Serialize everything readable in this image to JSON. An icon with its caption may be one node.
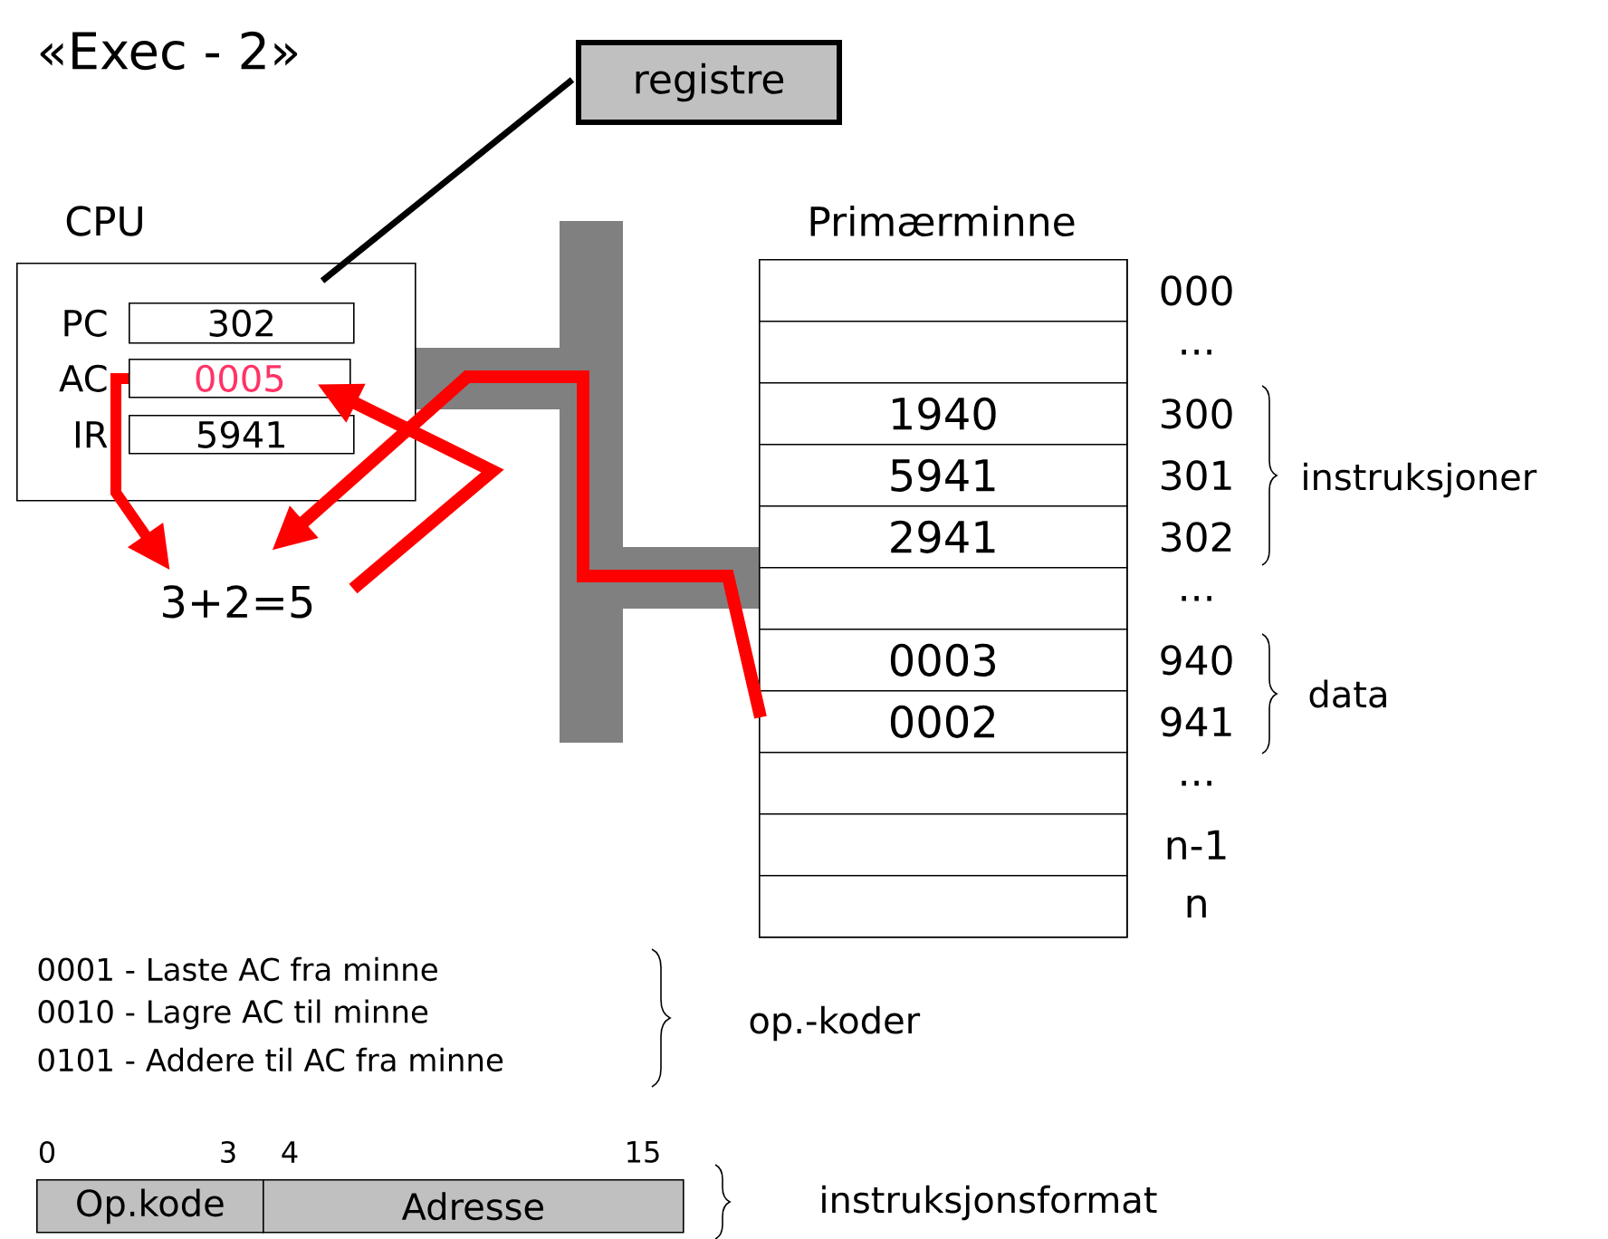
{
  "diagram": {
    "title": "«Exec - 2»",
    "nodes": [
      {
        "text": [
          "registre"
        ]
      },
      {
        "text": [
          "CPU"
        ]
      },
      {
        "text": [
          "302"
        ],
        "beside": [
          "PC"
        ],
        "in": 1
      },
      {
        "text": [
          "0005"
        ],
        "beside": [
          "AC"
        ],
        "in": 1
      },
      {
        "text": [
          "5941"
        ],
        "beside": [
          "IR"
        ],
        "in": 1
      },
      {
        "text": [
          "3+2=5"
        ]
      },
      {
        "text": [
          "Primærminne"
        ]
      },
      {
        "text": [],
        "shape": "box",
        "beside": [
          "000"
        ],
        "in": 6
      },
      {
        "text": [],
        "shape": "box",
        "beside": [
          "..."
        ],
        "in": 6
      },
      {
        "text": [
          "1940"
        ],
        "beside": [
          "300"
        ],
        "in": 6
      },
      {
        "text": [
          "5941"
        ],
        "beside": [
          "301"
        ],
        "in": 6
      },
      {
        "text": [
          "2941"
        ],
        "beside": [
          "302"
        ],
        "in": 6
      },
      {
        "text": [],
        "shape": "box",
        "beside": [
          "..."
        ],
        "in": 6
      },
      {
        "text": [
          "0003"
        ],
        "beside": [
          "940"
        ],
        "in": 6
      },
      {
        "text": [
          "0002"
        ],
        "beside": [
          "941"
        ],
        "in": 6
      },
      {
        "text": [],
        "shape": "box",
        "beside": [
          "..."
        ],
        "in": 6
      },
      {
        "text": [],
        "shape": "box",
        "beside": [
          "n-1"
        ],
        "in": 6
      },
      {
        "text": [],
        "shape": "box",
        "beside": [
          "n"
        ],
        "in": 6
      },
      {
        "text": [
          "Op.kode"
        ]
      },
      {
        "text": [
          "Adresse"
        ]
      }
    ],
    "edges": [
      {
        "from": 0,
        "to": 1,
        "arrow": "none",
        "color": "#000000"
      },
      {
        "from": 3,
        "to": 5,
        "arrow": "to"
      },
      {
        "from": 14,
        "to": 5,
        "arrow": "to"
      },
      {
        "from": 5,
        "to": 3,
        "arrow": "to"
      }
    ],
    "labels": [
      "instruksjoner",
      "data",
      "0001 - Laste AC fra minne",
      "0010 - Lagre AC til minne",
      "0101 - Addere til AC fra minne",
      "op.-koder",
      "0",
      "3",
      "4",
      "15",
      "instruksjonsformat"
    ]
  }
}
